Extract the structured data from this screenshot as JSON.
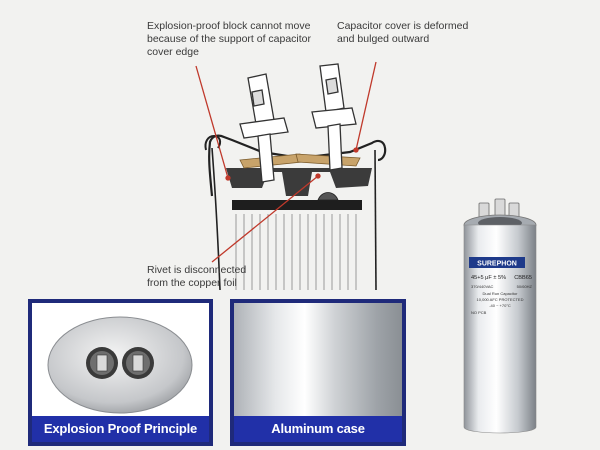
{
  "annotations": {
    "explosion_block": [
      "Explosion-proof block cannot move",
      "because of the support of capacitor",
      "cover edge"
    ],
    "cover_deformed": [
      "Capacitor cover is deformed",
      "and bulged outward"
    ],
    "rivet": [
      "Rivet is disconnected",
      "from the copper foil"
    ]
  },
  "capacitor_label": {
    "brand": "SUREPHON",
    "rating": "45+5 μF ± 5%",
    "model": "CBB65",
    "voltage": "370/440VAC",
    "frequency": "50/60HZ",
    "type": "Dual Run Capacitor",
    "protection": "10,000 AFC PROTECTED",
    "temp_class": "-40 ~ +70°C",
    "no_pcb": "NO PCB"
  },
  "cards": [
    {
      "label": "Explosion Proof Principle"
    },
    {
      "label": "Aluminum case"
    }
  ],
  "colors": {
    "label_blue": "#2130a8",
    "frame_navy": "#1f2a7a",
    "arrow_red": "#c0392b",
    "insulator_tan": "#c8a36a"
  }
}
